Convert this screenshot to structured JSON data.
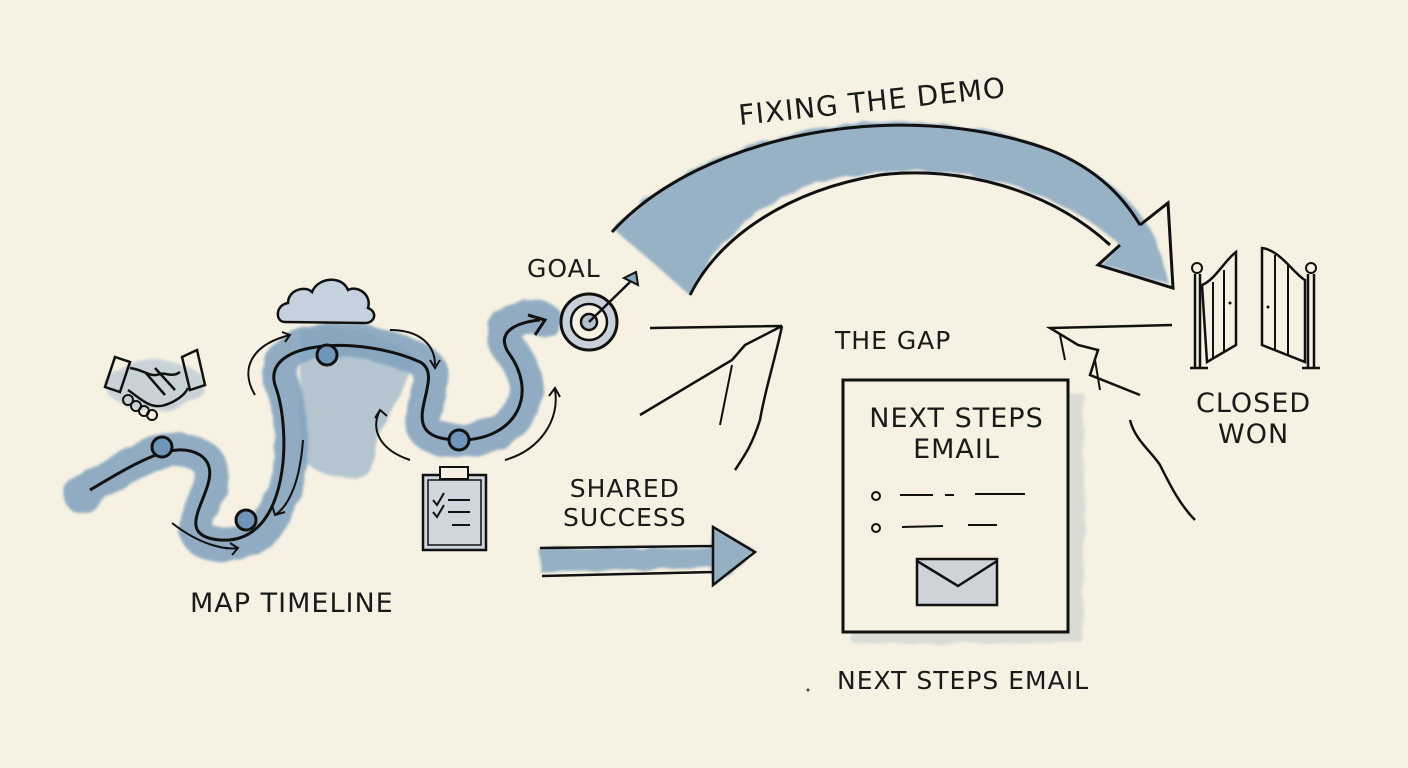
{
  "diagram": {
    "type": "hand-drawn watercolor process sketch",
    "colors": {
      "paper": "#f6f1e2",
      "ink": "#1a1a1a",
      "watercolor_blue": "#5f89ad",
      "watercolor_gray": "#b9bfc5"
    },
    "labels": {
      "fixing_the_demo": "FIXING THE DEMO",
      "goal": "GOAL",
      "the_gap": "THE GAP",
      "shared_success_line1": "SHARED",
      "shared_success_line2": "SUCCESS",
      "map_timeline": "MAP TIMELINE",
      "closed_won_line1": "CLOSED",
      "closed_won_line2": "WON",
      "card_title_line1": "NEXT STEPS",
      "card_title_line2": "EMAIL",
      "next_steps_email_caption": "NEXT STEPS EMAIL"
    },
    "icons": [
      "handshake-icon",
      "cloud-icon",
      "clipboard-checklist-icon",
      "target-icon",
      "envelope-icon",
      "gate-icon"
    ],
    "flow": [
      "Handshake",
      "Map Timeline",
      "Goal",
      "Fixing the Demo",
      "Closed Won"
    ],
    "alternate_flow": [
      "Shared Success",
      "Next Steps Email",
      "The Gap",
      "Closed Won"
    ]
  }
}
